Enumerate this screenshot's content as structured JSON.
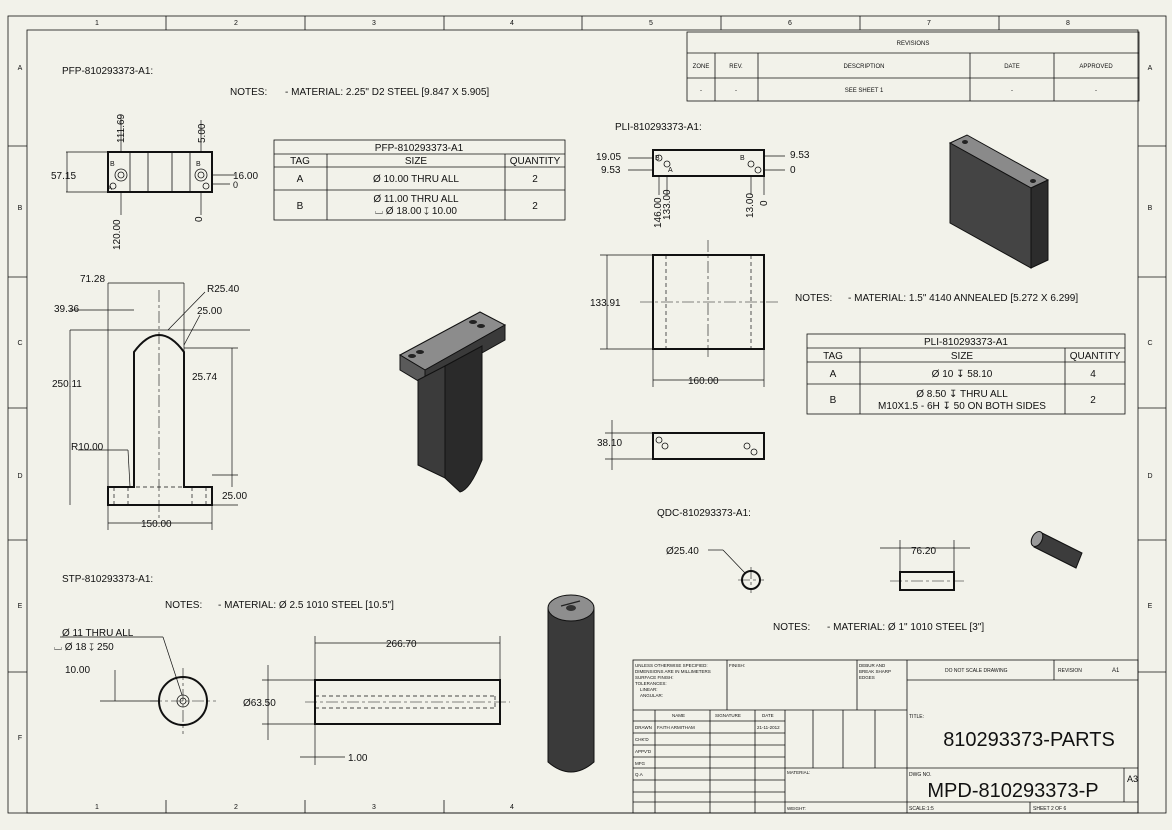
{
  "zone_labels": {
    "top": [
      "1",
      "2",
      "3",
      "4",
      "5",
      "6",
      "7",
      "8"
    ],
    "left": [
      "A",
      "B",
      "C",
      "D",
      "E",
      "F"
    ]
  },
  "revisions": {
    "title": "REVISIONS",
    "headers": [
      "ZONE",
      "REV.",
      "DESCRIPTION",
      "DATE",
      "APPROVED"
    ],
    "row": [
      "-",
      "-",
      "SEE SHEET 1",
      "-",
      "-"
    ]
  },
  "pfp": {
    "title": "PFP-810293373-A1:",
    "notes_label": "NOTES:",
    "notes": "- MATERIAL: 2.25\" D2 STEEL [9.847 X 5.905]",
    "table": {
      "title": "PFP-810293373-A1",
      "headers": [
        "TAG",
        "SIZE",
        "QUANTITY"
      ],
      "rows": [
        [
          "A",
          "Ø 10.00 THRU ALL",
          "",
          "2"
        ],
        [
          "B",
          "Ø 11.00 THRU ALL",
          "⌴ Ø 18.00 ↧ 10.00",
          "2"
        ]
      ]
    },
    "dims": {
      "top_111": "111.69",
      "top_5": "5.00",
      "d57": "57.15",
      "d16": "16.00",
      "z0a": "0",
      "d120": "120.00",
      "z0b": "0",
      "d71": "71.28",
      "r25": "R25.40",
      "d39": "39.36",
      "d25": "25.00",
      "d250": "250.11",
      "d2574": "25.74",
      "r10": "R10.00",
      "d25b": "25.00",
      "d150": "150.00"
    },
    "tags": {
      "a": "A",
      "b": "B"
    }
  },
  "pli": {
    "title": "PLI-810293373-A1:",
    "notes_label": "NOTES:",
    "notes": "- MATERIAL: 1.5\" 4140 ANNEALED [5.272 X 6.299]",
    "table": {
      "title": "PLI-810293373-A1",
      "headers": [
        "TAG",
        "SIZE",
        "QUANTITY"
      ],
      "rows": [
        [
          "A",
          "Ø 10 ↧ 58.10",
          "",
          "4"
        ],
        [
          "B",
          "Ø 8.50 ↧ THRU ALL",
          "M10X1.5 - 6H ↧ 50 ON BOTH SIDES",
          "2"
        ]
      ]
    },
    "dims": {
      "d1905": "19.05",
      "d953": "9.53",
      "d953r": "9.53",
      "z0": "0",
      "d146": "146.00",
      "d133": "133.00",
      "d13": "13.00",
      "z0b": "0",
      "d13391": "133.91",
      "d160": "160.00",
      "d3810": "38.10"
    },
    "tags": {
      "a": "A",
      "b": "B"
    }
  },
  "qdc": {
    "title": "QDC-810293373-A1:",
    "notes_label": "NOTES:",
    "notes": "- MATERIAL: Ø 1\" 1010 STEEL [3\"]",
    "dims": {
      "dia": "Ø25.40",
      "len": "76.20"
    }
  },
  "stp": {
    "title": "STP-810293373-A1:",
    "notes_label": "NOTES:",
    "notes": "- MATERIAL: Ø 2.5 1010 STEEL [10.5\"]",
    "callout1": "Ø 11 THRU ALL",
    "callout2": "⌴ Ø 18 ↧ 250",
    "dims": {
      "d10": "10.00",
      "d266": "266.70",
      "dia": "Ø63.50",
      "d1": "1.00"
    }
  },
  "title_block": {
    "tol_text": [
      "UNLESS OTHERWISE SPECIFIED:",
      "DIMENSIONS ARE IN MILLIMETERS",
      "SURFACE FINISH:",
      "TOLERANCES:",
      "LINEAR:",
      "ANGULAR:"
    ],
    "finish": "FINISH:",
    "deburr": [
      "DEBUR AND",
      "BREAK SHARP",
      "EDGES"
    ],
    "do_not_scale": "DO NOT SCALE DRAWING",
    "revision_label": "REVISION",
    "revision": "A1",
    "col_heads": [
      "NAME",
      "SIGNATURE",
      "DATE"
    ],
    "rows": [
      "DRAWN",
      "CHK'D",
      "APPV'D",
      "MFG",
      "Q.A"
    ],
    "drawn_name": "FAITH ARMITHAM",
    "drawn_date": "21-11-2012",
    "title_label": "TITLE:",
    "title": "810293373-PARTS",
    "material_label": "MATERIAL:",
    "dwg_label": "DWG NO.",
    "dwg_no": "MPD-810293373-P",
    "size": "A3",
    "weight_label": "WEIGHT:",
    "scale_label": "SCALE:1:5",
    "sheet_label": "SHEET 2 OF 6"
  }
}
